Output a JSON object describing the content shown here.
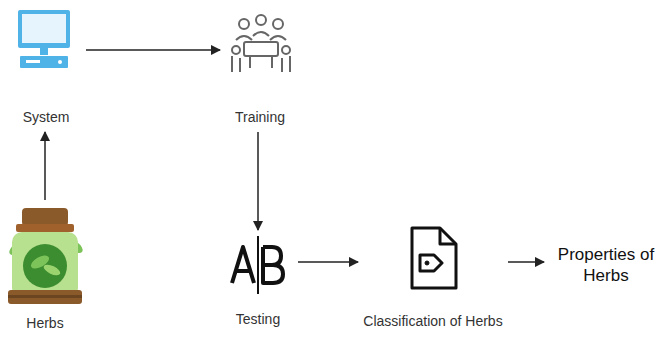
{
  "diagram": {
    "nodes": [
      {
        "text": [
          "System"
        ]
      },
      {
        "text": [
          "Training"
        ]
      },
      {
        "text": [
          "Herbs"
        ]
      },
      {
        "text": [
          "Testing"
        ]
      },
      {
        "text": [
          "Classification of Herbs"
        ]
      },
      {
        "text": [
          "Properties of Herbs"
        ]
      }
    ],
    "edges": [
      {
        "from": 2,
        "to": 0,
        "arrow": "to"
      },
      {
        "from": 0,
        "to": 1,
        "arrow": "to"
      },
      {
        "from": 1,
        "to": 3,
        "arrow": "to"
      },
      {
        "from": 3,
        "to": 4,
        "arrow": "to"
      },
      {
        "from": 4,
        "to": 5,
        "arrow": "to"
      }
    ]
  }
}
